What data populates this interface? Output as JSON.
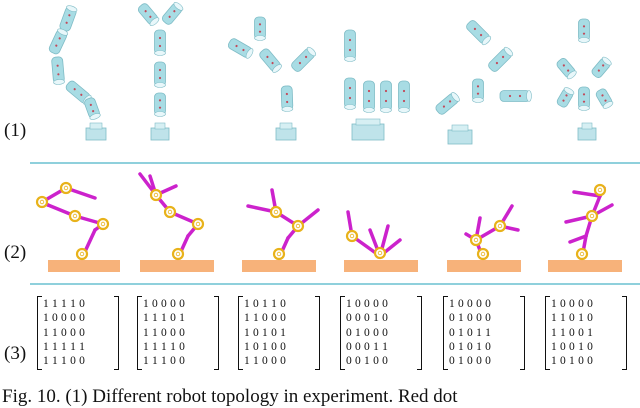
{
  "row_labels": [
    "(1)",
    "(2)",
    "(3)"
  ],
  "colors": {
    "cylinder": "#a8dce4",
    "cylinder_dark": "#7fbcc6",
    "dot": "#c24a5a",
    "base": "#bfe3ea",
    "divider": "#8fd0dc",
    "link": "#cc22cc",
    "joint": "#e8b21a",
    "ground": "#f7b27a"
  },
  "matrices": [
    [
      "1 1 1 1 0",
      "1 0 0 0 0",
      "1 1 0 0 0",
      "1 1 1 1 1",
      "1 1 1 0 0"
    ],
    [
      "1 0 0 0 0",
      "1 1 1 0 1",
      "1 1 0 0 0",
      "1 1 1 1 0",
      "1 1 1 0 0"
    ],
    [
      "1 0 1 1 0",
      "1 1 0 0 0",
      "1 0 1 0 1",
      "1 0 1 0 0",
      "1 1 0 0 0"
    ],
    [
      "1 0 0 0 0",
      "0 0 0 1 0",
      "0 1 0 0 0",
      "0 0 0 1 1",
      "0 0 1 0 0"
    ],
    [
      "1 0 0 0 0",
      "0 1 0 0 0",
      "0 1 0 1 1",
      "0 1 0 1 0",
      "0 1 0 0 0"
    ],
    [
      "1 0 0 0 0",
      "1 1 0 1 0",
      "1 1 0 0 1",
      "1 0 0 1 0",
      "1 0 1 0 0"
    ]
  ],
  "caption": "Fig. 10. (1) Different robot topology in experiment. Red dot"
}
